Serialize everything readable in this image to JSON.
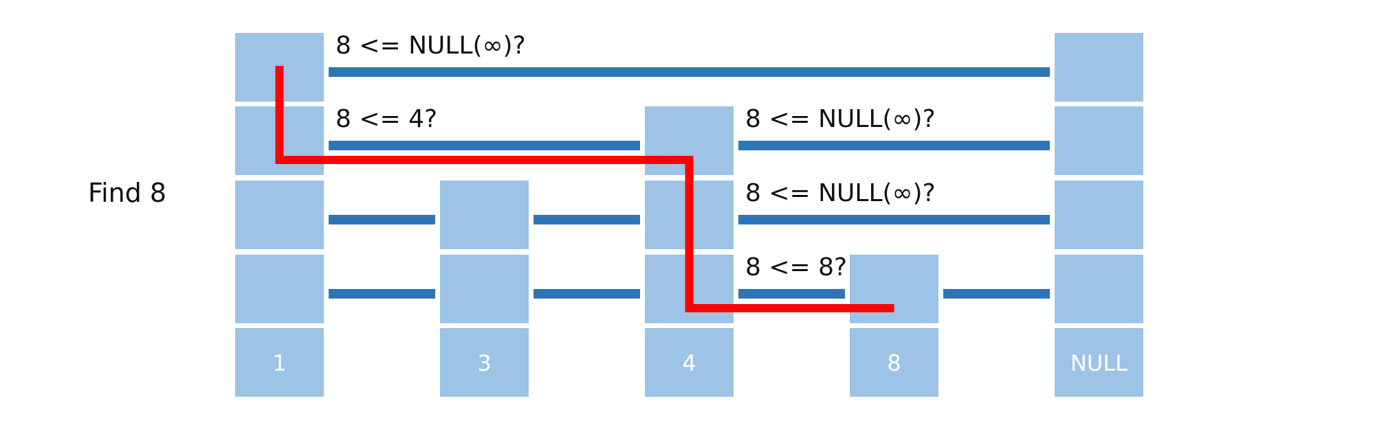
{
  "title": "Find 8",
  "nodes": [
    {
      "id": "n1",
      "label": "1",
      "height": 4
    },
    {
      "id": "n3",
      "label": "3",
      "height": 2
    },
    {
      "id": "n4",
      "label": "4",
      "height": 3
    },
    {
      "id": "n8",
      "label": "8",
      "height": 1
    },
    {
      "id": "nnull",
      "label": "NULL",
      "height": 4
    }
  ],
  "links": [
    {
      "level": 4,
      "from": 0,
      "to": 4
    },
    {
      "level": 3,
      "from": 0,
      "to": 2
    },
    {
      "level": 3,
      "from": 2,
      "to": 4
    },
    {
      "level": 2,
      "from": 0,
      "to": 1
    },
    {
      "level": 2,
      "from": 1,
      "to": 2
    },
    {
      "level": 2,
      "from": 2,
      "to": 4
    },
    {
      "level": 1,
      "from": 0,
      "to": 1
    },
    {
      "level": 1,
      "from": 1,
      "to": 2
    },
    {
      "level": 1,
      "from": 2,
      "to": 3
    },
    {
      "level": 1,
      "from": 3,
      "to": 4
    }
  ],
  "comparisons": [
    {
      "text": "8 <= NULL(∞)?",
      "level": 4,
      "from": 0
    },
    {
      "text": "8 <= 4?",
      "level": 3,
      "from": 0
    },
    {
      "text": "8 <= NULL(∞)?",
      "level": 3,
      "from": 2
    },
    {
      "text": "8 <= NULL(∞)?",
      "level": 2,
      "from": 2
    },
    {
      "text": "8 <= 8?",
      "level": 1,
      "from": 2
    }
  ],
  "search_path": [
    {
      "node": 0,
      "level": 4
    },
    {
      "node": 0,
      "level": 3
    },
    {
      "node": 2,
      "level": 3
    },
    {
      "node": 2,
      "level": 1
    },
    {
      "node": 3,
      "level": 1
    }
  ],
  "colors": {
    "cell": "#9dc3e6",
    "cell_text": "#ffffff",
    "link": "#2e75b6",
    "path": "#ff0000",
    "text": "#111111"
  }
}
